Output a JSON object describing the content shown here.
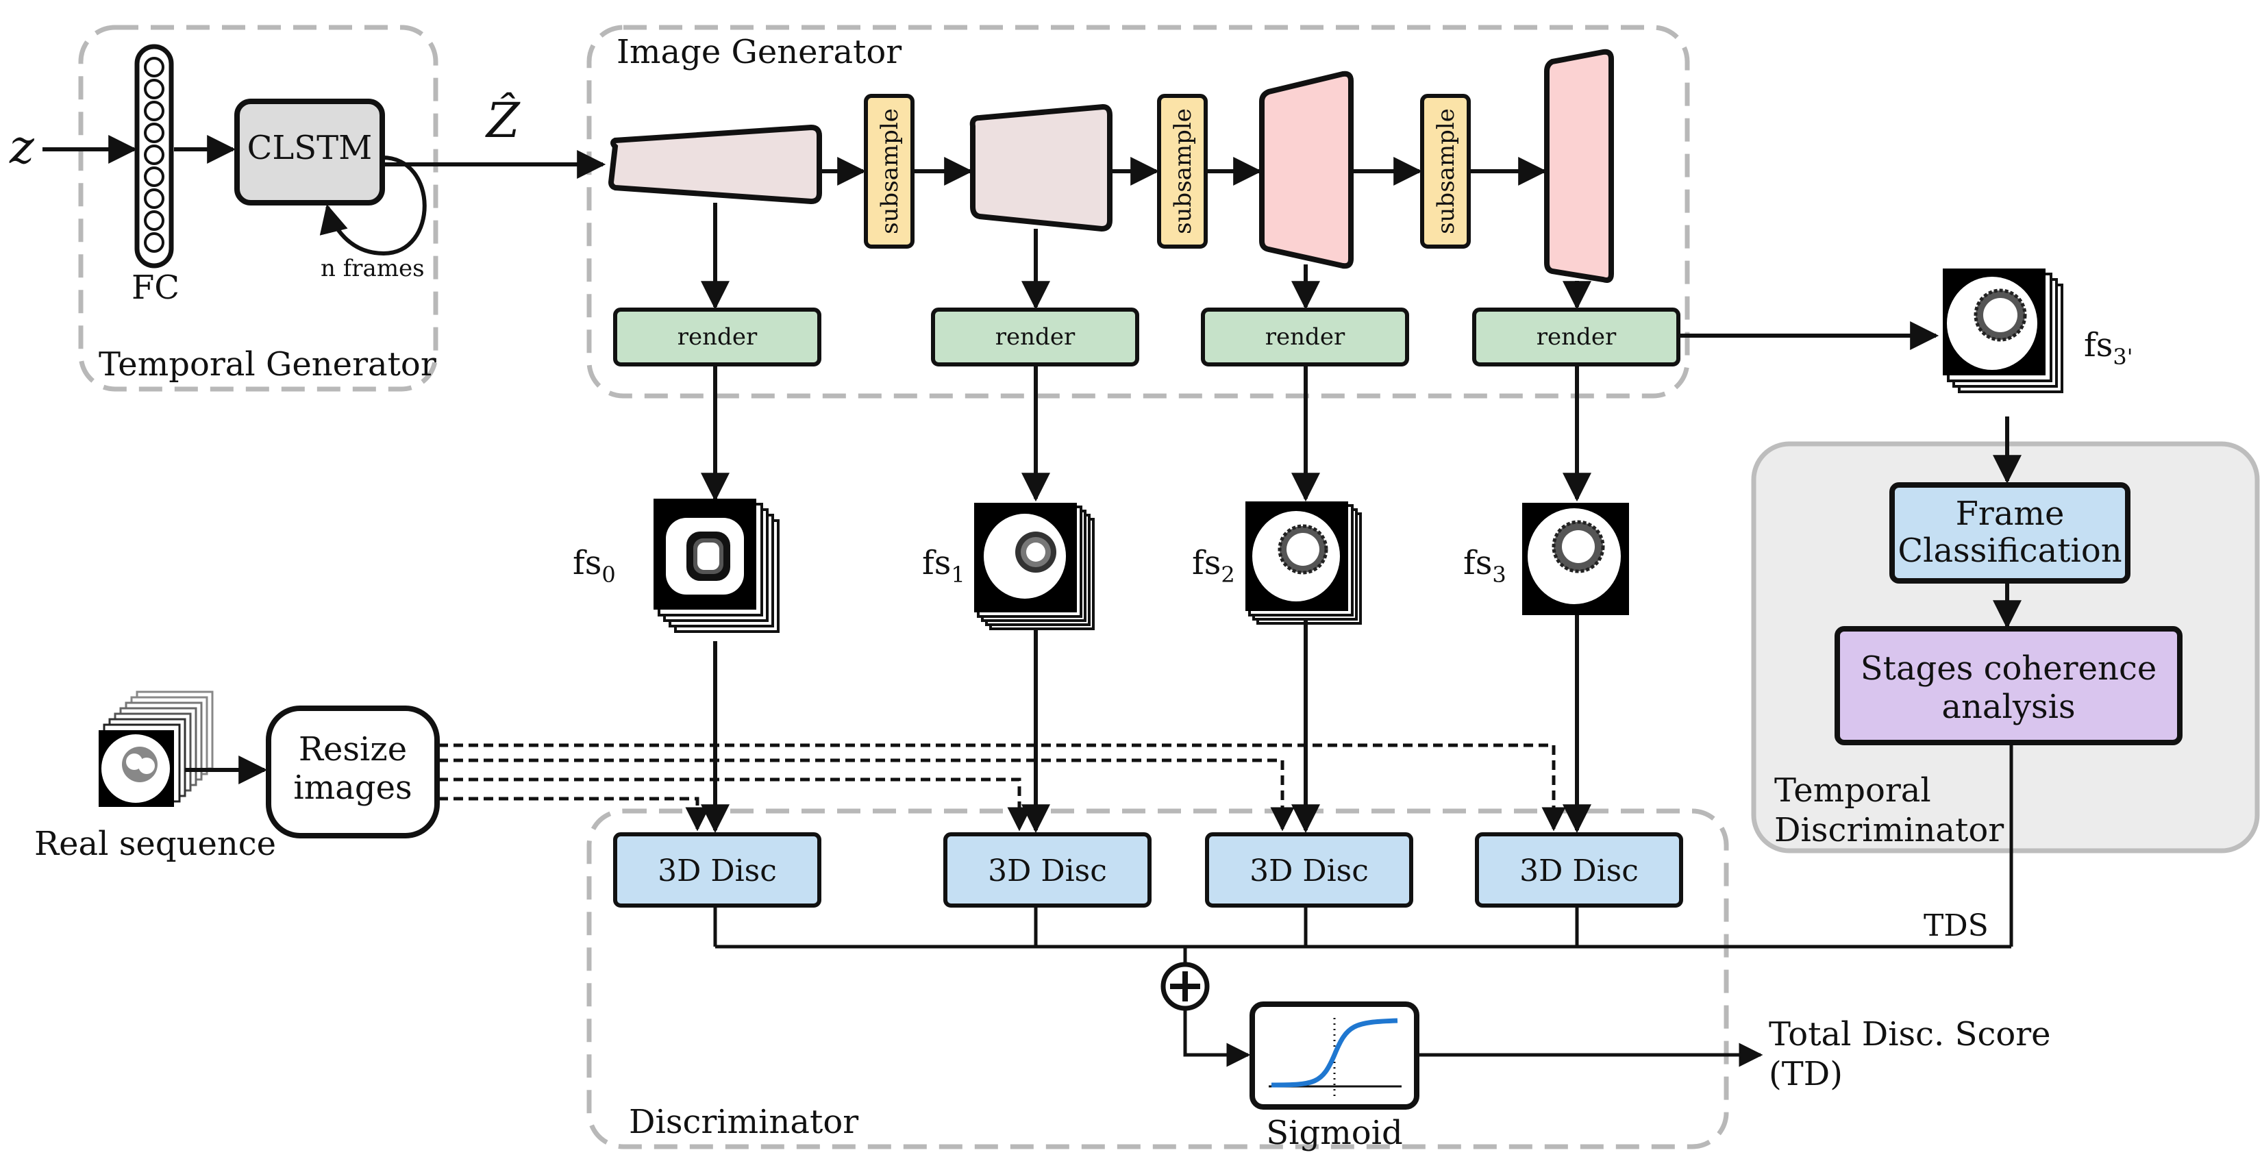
{
  "input": {
    "z_label": "z",
    "zhat_label": "Ẑ"
  },
  "temporal_generator": {
    "title": "Temporal Generator",
    "fc_label": "FC",
    "clstm_label": "CLSTM",
    "loop_label": "n frames"
  },
  "image_generator": {
    "title": "Image Generator",
    "subsample_label": "subsample",
    "render_label": "render"
  },
  "outputs": {
    "fs0": {
      "base": "fs",
      "sub": "0"
    },
    "fs1": {
      "base": "fs",
      "sub": "1"
    },
    "fs2": {
      "base": "fs",
      "sub": "2"
    },
    "fs3": {
      "base": "fs",
      "sub": "3"
    },
    "fs3p": {
      "base": "fs",
      "sub": "3'"
    }
  },
  "real": {
    "sequence_label": "Real sequence",
    "resize_line1": "Resize",
    "resize_line2": "images"
  },
  "discriminator": {
    "title": "Discriminator",
    "disc_label": "3D Disc",
    "sigmoid_label": "Sigmoid",
    "total_line1": "Total Disc. Score",
    "total_line2": "(TD)"
  },
  "temporal_discriminator": {
    "title_line1": "Temporal",
    "title_line2": "Discriminator",
    "frame_line1": "Frame",
    "frame_line2": "Classification",
    "stages_line1": "Stages coherence",
    "stages_line2": "analysis",
    "tds_label": "TDS"
  },
  "colors": {
    "render": "#c6e2c9",
    "subsample": "#fbe3a8",
    "disc": "#c5dff3",
    "clstm": "#dcdcdc",
    "gen_light": "#ede0e0",
    "gen_pink": "#fbd2d2",
    "stages": "#d9c5ee",
    "panel": "#ececec",
    "sigmoid_curve": "#1f77d0"
  }
}
